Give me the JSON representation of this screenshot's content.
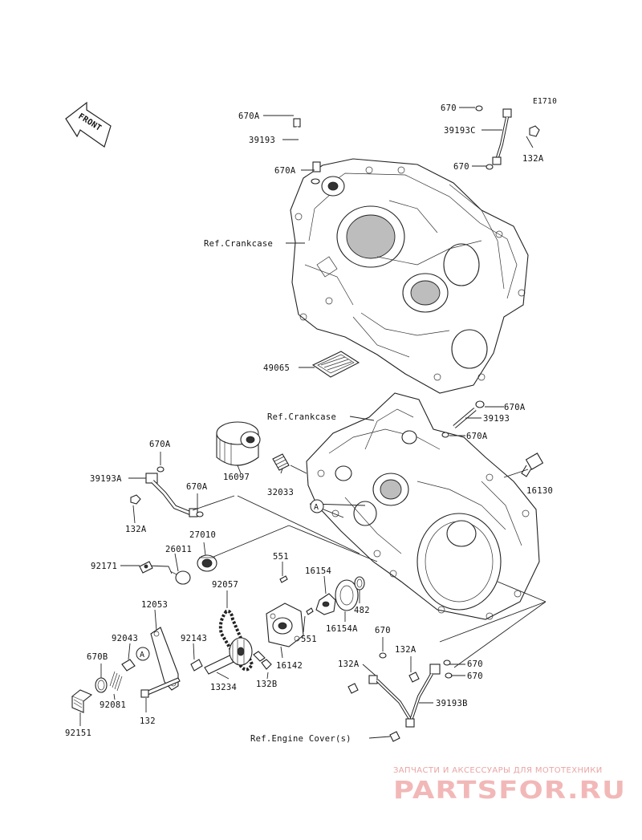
{
  "diagram_code": "E1710",
  "front_label": "FRONT",
  "labels": {
    "l670A_top": "670A",
    "l39193_top": "39193",
    "l670A_top2": "670A",
    "l670_tr": "670",
    "l39193C": "39193C",
    "l670_tr2": "670",
    "l132A_tr": "132A",
    "ref_crankcase_upper": "Ref.Crankcase",
    "l49065": "49065",
    "ref_crankcase_lower": "Ref.Crankcase",
    "l670A_r1": "670A",
    "l39193_r": "39193",
    "l670A_r2": "670A",
    "l16130": "16130",
    "l16097": "16097",
    "l32033": "32033",
    "l670A_l1": "670A",
    "l39193A": "39193A",
    "l670A_l2": "670A",
    "l132A_l": "132A",
    "l27010": "27010",
    "l26011": "26011",
    "l92171": "92171",
    "l551_top": "551",
    "l92057": "92057",
    "l16154": "16154",
    "l16154A": "16154A",
    "l482": "482",
    "l551_b": "551",
    "l12053": "12053",
    "l92043": "92043",
    "l92143": "92143",
    "l670B": "670B",
    "l92081": "92081",
    "l13234": "13234",
    "l132B": "132B",
    "l16142": "16142",
    "l132": "132",
    "l92151": "92151",
    "l670_b": "670",
    "l132A_b1": "132A",
    "l132A_b2": "132A",
    "l670_br1": "670",
    "l670_br2": "670",
    "l39193B": "39193B",
    "ref_engine_cover": "Ref.Engine Cover(s)",
    "callout_a1": "A",
    "callout_a2": "A"
  },
  "watermark": {
    "tagline": "ЗАПЧАСТИ И АКСЕССУАРЫ ДЛЯ МОТОТЕХНИКИ",
    "logo": "PARTSFOR.RU"
  },
  "colors": {
    "line": "#222222",
    "watermark": "#f2b8b8"
  }
}
